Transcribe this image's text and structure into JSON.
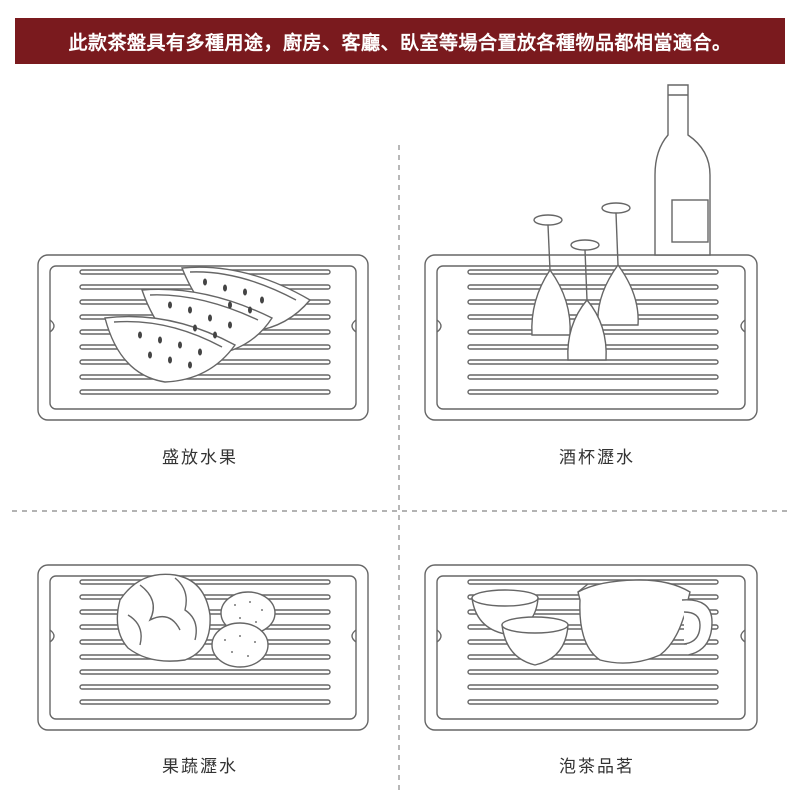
{
  "banner": {
    "text": "此款茶盤具有多種用途，廚房、客廳、臥室等場合置放各種物品都相當適合。"
  },
  "panels": [
    {
      "caption": "盛放水果"
    },
    {
      "caption": "酒杯瀝水"
    },
    {
      "caption": "果蔬瀝水"
    },
    {
      "caption": "泡茶品茗"
    }
  ],
  "colors": {
    "banner_bg": "#7a1a1e",
    "line": "#666666",
    "divider": "#9a9a9a"
  }
}
